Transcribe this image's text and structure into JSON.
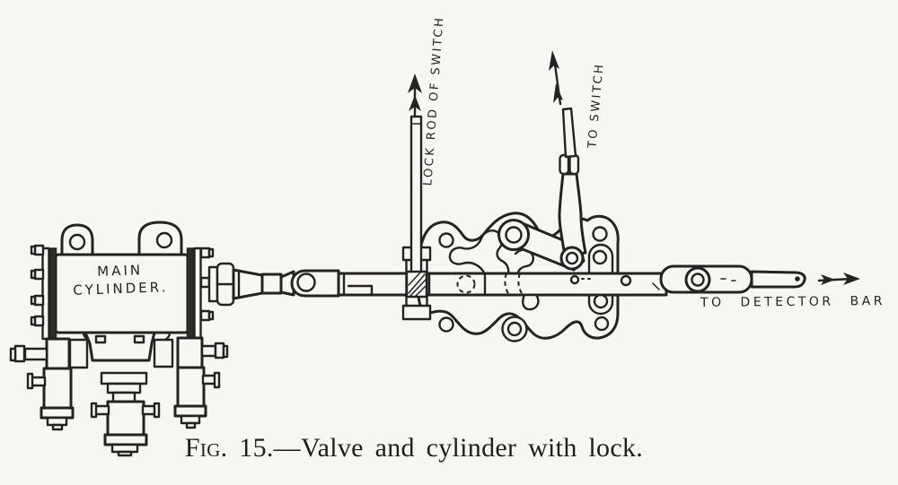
{
  "figure": {
    "caption_fig_label": "Fig. 15.",
    "caption_title": "—Valve and cylinder with lock."
  },
  "labels": {
    "main_cylinder_line1": "MAIN",
    "main_cylinder_line2": "CYLINDER.",
    "lock_rod_of_switch": "LOCK ROD OF SWITCH",
    "to_switch": "TO SWITCH",
    "to_detector_bar": "TO DETECTOR BAR"
  },
  "icons": {
    "lock_rod_motion_arrow": "double-headed-up-arrow",
    "switch_rod_motion_arrow": "double-headed-up-arrow",
    "detector_bar_motion_arrow": "double-headed-right-arrow"
  },
  "colors": {
    "ink": "#232323",
    "paper": "#f7f6f2"
  }
}
